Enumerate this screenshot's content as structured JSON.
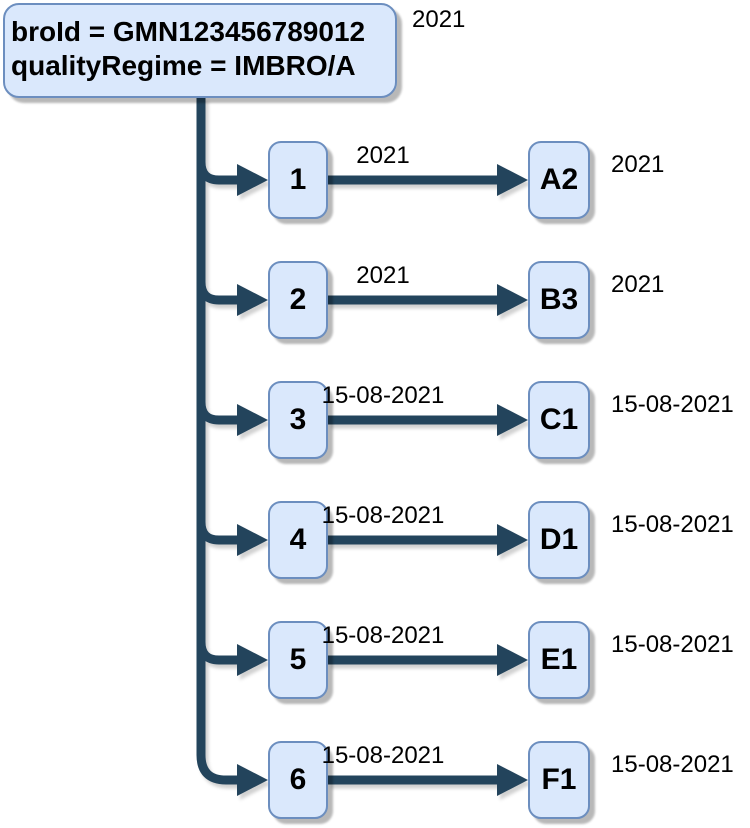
{
  "root": {
    "line1": "broId = GMN123456789012",
    "line2": "qualityRegime = IMBRO/A",
    "year_label": "2021"
  },
  "rows": [
    {
      "source": "1",
      "edge_label": "2021",
      "target": "A2",
      "target_label": "2021"
    },
    {
      "source": "2",
      "edge_label": "2021",
      "target": "B3",
      "target_label": "2021"
    },
    {
      "source": "3",
      "edge_label": "15-08-2021",
      "target": "C1",
      "target_label": "15-08-2021"
    },
    {
      "source": "4",
      "edge_label": "15-08-2021",
      "target": "D1",
      "target_label": "15-08-2021"
    },
    {
      "source": "5",
      "edge_label": "15-08-2021",
      "target": "E1",
      "target_label": "15-08-2021"
    },
    {
      "source": "6",
      "edge_label": "15-08-2021",
      "target": "F1",
      "target_label": "15-08-2021"
    }
  ],
  "colors": {
    "node_fill": "#dae8fc",
    "node_border": "#6c8ebf",
    "connector": "#23445c",
    "text": "#000000"
  }
}
